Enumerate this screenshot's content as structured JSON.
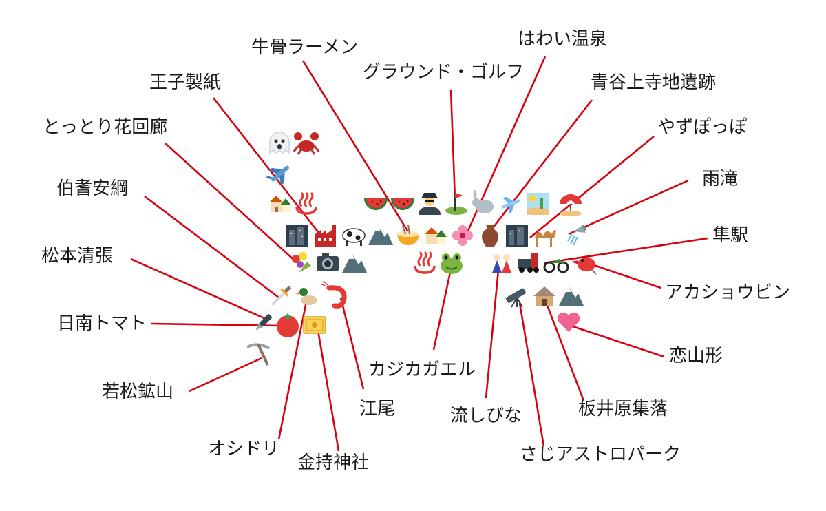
{
  "labels": {
    "gyukotsu_ramen": "牛骨ラーメン",
    "hawai_onsen": "はわい温泉",
    "ground_golf": "グラウンド・ゴルフ",
    "oji_seishi": "王子製紙",
    "aoyakamijichi": "青谷上寺地遺跡",
    "tottori_hanakairo": "とっとり花回廊",
    "yazupoppo": "やずぽっぽ",
    "hoki_yasutsuna": "伯耆安綱",
    "amedaki": "雨滝",
    "hayabusa_eki": "隼駅",
    "matsumoto_seicho": "松本清張",
    "akashoubin": "アカショウビン",
    "nichinan_tomato": "日南トマト",
    "koiyamagata": "恋山形",
    "wakamatsu_kozan": "若松鉱山",
    "kajika_gaeru": "カジカガエル",
    "eo": "江尾",
    "itaibara_shuraku": "板井原集落",
    "nagashibina": "流しびな",
    "oshidori": "オシドリ",
    "kanemochi_jinja": "金持神社",
    "saji_astropark": "さじアストロパーク"
  },
  "colors": {
    "leader": "#d90010",
    "text": "#1a1a1a"
  },
  "icons": {
    "ghost": "ghost-icon",
    "crab": "crab-icon",
    "airplane": "airplane-icon",
    "houses": "houses-icon",
    "hot_springs": "hot-springs-icon",
    "watermelon": "watermelon-icon",
    "spy": "detective-icon",
    "golf": "golf-flag-icon",
    "rabbit": "rabbit-icon",
    "plane_small": "small-airplane-icon",
    "desert": "desert-icon",
    "beach": "beach-umbrella-icon",
    "city": "city-icon",
    "factory": "factory-icon",
    "cow": "cow-icon",
    "mountain": "mountain-icon",
    "ramen": "ramen-icon",
    "hibiscus": "hibiscus-icon",
    "amphora": "amphora-icon",
    "camel": "camel-icon",
    "shower": "shower-icon",
    "bouquet": "bouquet-icon",
    "camera": "camera-icon",
    "frog": "frog-icon",
    "dolls": "dolls-icon",
    "locomotive": "locomotive-icon",
    "motorcycle": "motorcycle-icon",
    "bird": "red-bird-icon",
    "dagger": "dagger-icon",
    "duck": "duck-icon",
    "shrimp": "shrimp-icon",
    "telescope": "telescope-icon",
    "hut": "hut-icon",
    "pen": "fountain-pen-icon",
    "tomato": "tomato-icon",
    "money": "money-icon",
    "heart": "heart-icon",
    "pick": "pickaxe-icon"
  }
}
